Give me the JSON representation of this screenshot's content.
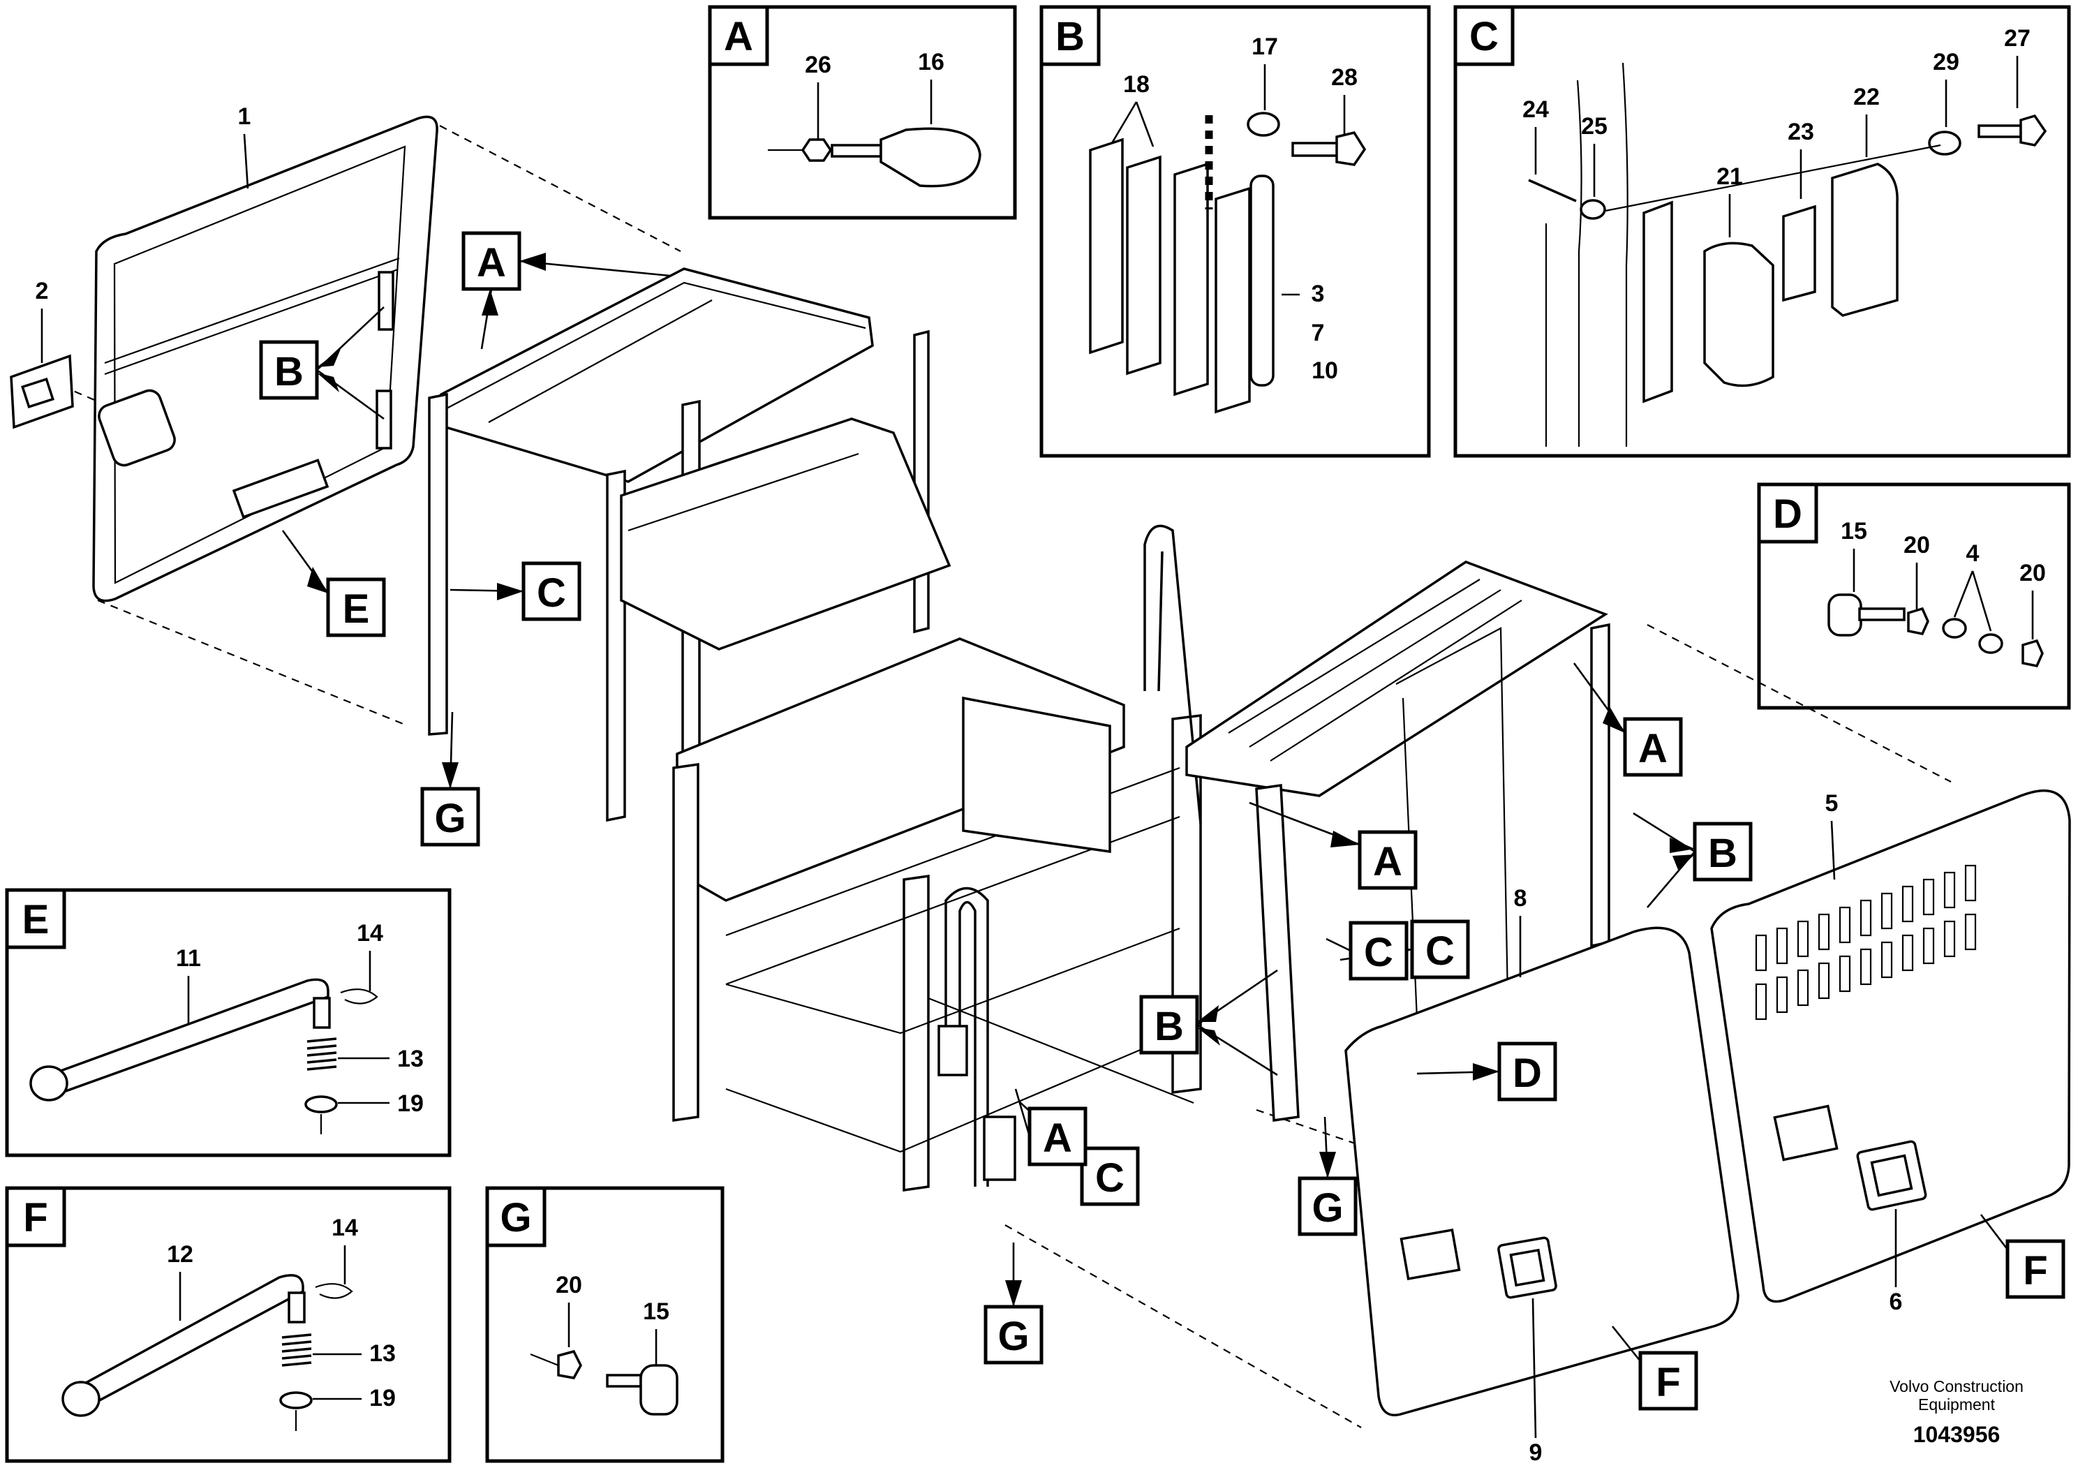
{
  "diagram": {
    "detail_panels": [
      {
        "letter": "A",
        "parts": [
          "26",
          "16"
        ]
      },
      {
        "letter": "B",
        "parts": [
          "18",
          "17",
          "28",
          "3",
          "7",
          "10"
        ]
      },
      {
        "letter": "C",
        "parts": [
          "24",
          "25",
          "21",
          "23",
          "22",
          "29",
          "27"
        ]
      },
      {
        "letter": "D",
        "parts": [
          "15",
          "20",
          "4",
          "20"
        ]
      },
      {
        "letter": "E",
        "parts": [
          "11",
          "14",
          "13",
          "19"
        ]
      },
      {
        "letter": "F",
        "parts": [
          "12",
          "14",
          "13",
          "19"
        ]
      },
      {
        "letter": "G",
        "parts": [
          "20",
          "15"
        ]
      }
    ],
    "main_parts": [
      "1",
      "2",
      "5",
      "6",
      "8",
      "9"
    ],
    "callouts": [
      "A",
      "A",
      "A",
      "A",
      "B",
      "B",
      "B",
      "C",
      "C",
      "C",
      "C",
      "D",
      "E",
      "F",
      "F",
      "G",
      "G",
      "G"
    ],
    "footer": {
      "company_line1": "Volvo Construction",
      "company_line2": "Equipment",
      "doc_number": "1043956"
    }
  }
}
